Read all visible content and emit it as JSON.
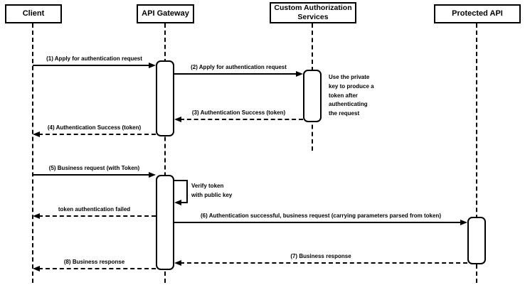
{
  "colors": {
    "background": "#ffffff",
    "stroke": "#000000",
    "shape_fill": "#ffffff"
  },
  "participants": [
    {
      "id": "client",
      "label": "Client"
    },
    {
      "id": "api-gateway",
      "label": "API Gateway"
    },
    {
      "id": "custom-authorization-services",
      "label": "Custom Authorization\nServices"
    },
    {
      "id": "protected-api",
      "label": "Protected API"
    }
  ],
  "messages": [
    {
      "label": "(1) Apply for authentication request",
      "from": "Client",
      "to": "API Gateway",
      "style": "solid"
    },
    {
      "label": "(2) Apply for authentication request",
      "from": "API Gateway",
      "to": "Custom Authorization Services",
      "style": "solid"
    },
    {
      "label": "(3) Authentication Success (token)",
      "from": "Custom Authorization Services",
      "to": "API Gateway",
      "style": "dashed"
    },
    {
      "label": "(4) Authentication Success (token)",
      "from": "API Gateway",
      "to": "Client",
      "style": "dashed"
    },
    {
      "label": "(5) Business request (with Token)",
      "from": "Client",
      "to": "API Gateway",
      "style": "solid"
    },
    {
      "label": "token authentication failed",
      "from": "API Gateway",
      "to": "Client",
      "style": "dashed"
    },
    {
      "label": "(6) Authentication successful, business request (carrying parameters parsed from token)",
      "from": "API Gateway",
      "to": "Protected API",
      "style": "solid"
    },
    {
      "label": "(7) Business response",
      "from": "Protected API",
      "to": "API Gateway",
      "style": "dashed"
    },
    {
      "label": "(8) Business response",
      "from": "API Gateway",
      "to": "Client",
      "style": "dashed"
    }
  ],
  "self_message": {
    "label": "Verify token\nwith public key",
    "on": "API Gateway"
  },
  "note": {
    "text": "Use the private\nkey to produce a\ntoken after\nauthenticating\nthe request",
    "attached_to": "Custom Authorization Services"
  }
}
